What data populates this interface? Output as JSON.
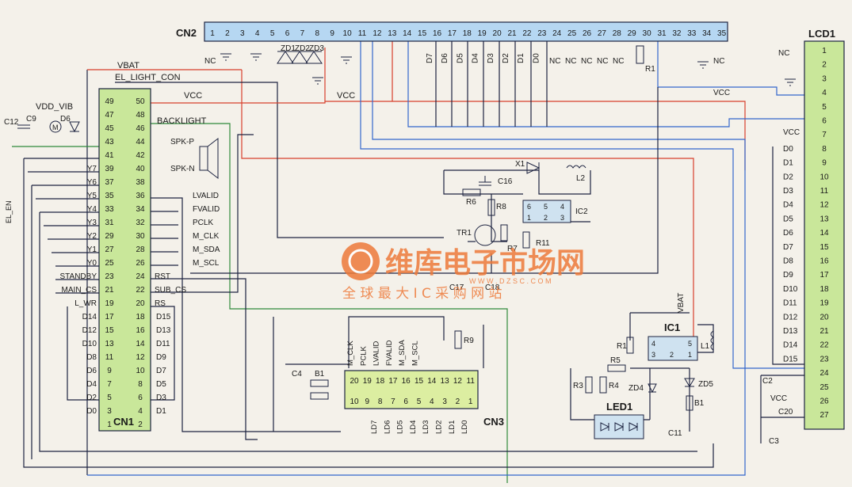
{
  "colors": {
    "background": "#f4f1ea",
    "wire": "#1d2340",
    "red": "#d8402c",
    "blue": "#3366cc",
    "green": "#2f8a3a",
    "brown": "#7a4a2a",
    "connector_fill": "#b6d7f2",
    "cn3_fill": "#dceea1",
    "lcd_fill": "#c9e79a",
    "cn1_fill": "#c9e79a",
    "ic_fill": "#cfe2f0",
    "watermark": "#ee7a3a",
    "led_fill": "#cfe2f0"
  },
  "cn2": {
    "label": "CN2",
    "pins": [
      "1",
      "2",
      "3",
      "4",
      "5",
      "6",
      "7",
      "8",
      "9",
      "10",
      "11",
      "12",
      "13",
      "14",
      "15",
      "16",
      "17",
      "18",
      "19",
      "20",
      "21",
      "22",
      "23",
      "24",
      "25",
      "26",
      "27",
      "28",
      "29",
      "30",
      "31",
      "32",
      "33",
      "34",
      "35"
    ]
  },
  "cn2_nets": {
    "d_lines": [
      "D7",
      "D6",
      "D5",
      "D4",
      "D3",
      "D2",
      "D1",
      "D0"
    ],
    "nc_lines": [
      "NC",
      "NC",
      "NC",
      "NC",
      "NC"
    ],
    "nc_left": "NC",
    "nc_right": "NC",
    "zeners": [
      "ZD1",
      "ZD2",
      "ZD3"
    ],
    "r1": "R1"
  },
  "lcd1": {
    "label": "LCD1",
    "pins": [
      "1",
      "2",
      "3",
      "4",
      "5",
      "6",
      "7",
      "8",
      "9",
      "10",
      "11",
      "12",
      "13",
      "14",
      "15",
      "16",
      "17",
      "18",
      "19",
      "20",
      "21",
      "22",
      "23",
      "24",
      "25",
      "26",
      "27"
    ],
    "nets": [
      "D0",
      "D1",
      "D2",
      "D3",
      "D4",
      "D5",
      "D6",
      "D7",
      "D8",
      "D9",
      "D10",
      "D11",
      "D12",
      "D13",
      "D14",
      "D15"
    ],
    "nc": "NC",
    "vcc_top": "VCC",
    "vcc_pin7": "VCC",
    "vcc_pin26": "VCC",
    "c2": "C2",
    "c20": "C20",
    "c3": "C3"
  },
  "cn1": {
    "label": "CN1",
    "left_pins": [
      "49",
      "47",
      "45",
      "43",
      "41",
      "39",
      "37",
      "35",
      "33",
      "31",
      "29",
      "27",
      "25",
      "23",
      "21",
      "19",
      "17",
      "15",
      "13",
      "11",
      "9",
      "7",
      "5",
      "3",
      "1"
    ],
    "right_pins": [
      "50",
      "48",
      "46",
      "44",
      "42",
      "40",
      "38",
      "36",
      "34",
      "32",
      "30",
      "28",
      "26",
      "24",
      "22",
      "20",
      "18",
      "16",
      "14",
      "12",
      "10",
      "8",
      "6",
      "4",
      "2"
    ],
    "left_nets": [
      "Y7",
      "Y6",
      "Y5",
      "Y4",
      "Y3",
      "Y2",
      "Y1",
      "Y0",
      "STANDBY",
      "MAIN_CS",
      "L_WR",
      "D14",
      "D12",
      "D10",
      "D8",
      "D6",
      "D4",
      "D2",
      "D0"
    ],
    "right_nets": [
      "SPK-P",
      "SPK-N",
      "LVALID",
      "FVALID",
      "PCLK",
      "M_CLK",
      "M_SDA",
      "M_SCL",
      "RST",
      "SUB_CS",
      "RS",
      "D15",
      "D13",
      "D11",
      "D9",
      "D7",
      "D5",
      "D3",
      "D1"
    ]
  },
  "top_nets": {
    "vbat": "VBAT",
    "el_light_con": "EL_LIGHT_CON",
    "vcc_left": "VCC",
    "vcc_mid": "VCC",
    "backlight": "BACKLIGHT",
    "vdd_vib": "VDD_VIB",
    "c12": "C12",
    "c9": "C9",
    "d6": "D6",
    "motor": "M",
    "el_en": "EL_EN"
  },
  "booster": {
    "x1": "X1",
    "l2": "L2",
    "c16": "C16",
    "r6": "R6",
    "r8": "R8",
    "tr1": "TR1",
    "r7": "R7",
    "r11": "R11",
    "ic2": "IC2",
    "ic2_pins_top": [
      "6",
      "5",
      "4"
    ],
    "ic2_pins_bottom": [
      "1",
      "2",
      "3"
    ],
    "c17": "C17",
    "c18": "C18"
  },
  "cn3": {
    "label": "CN3",
    "top_pins": [
      "20",
      "19",
      "18",
      "17",
      "16",
      "15",
      "14",
      "13",
      "12",
      "11"
    ],
    "bottom_pins": [
      "10",
      "9",
      "8",
      "7",
      "6",
      "5",
      "4",
      "3",
      "2",
      "1"
    ],
    "top_nets": [
      "M_CLK",
      "PCLK",
      "LVALID",
      "FVALID",
      "M_SDA",
      "M_SCL"
    ],
    "bottom_nets": [
      "LD7",
      "LD6",
      "LD5",
      "LD4",
      "LD3",
      "LD2",
      "LD1",
      "LD0"
    ],
    "c4": "C4",
    "b1": "B1",
    "r9": "R9"
  },
  "led_driver": {
    "ic1": "IC1",
    "ic1_pins_top": [
      "4",
      "5"
    ],
    "ic1_pins_bottom": [
      "3",
      "2",
      "1"
    ],
    "vbat": "VBAT",
    "r1": "R1",
    "r5": "R5",
    "r3": "R3",
    "r4": "R4",
    "zd4": "ZD4",
    "zd5": "ZD5",
    "l1": "L1",
    "b1": "B1",
    "c11": "C11",
    "led1": "LED1"
  },
  "watermark": {
    "brand": "维库电子市场网",
    "url": "W W W . D Z S C . C O M",
    "slogan": "全 球 最 大 I C 采 购 网 站"
  }
}
